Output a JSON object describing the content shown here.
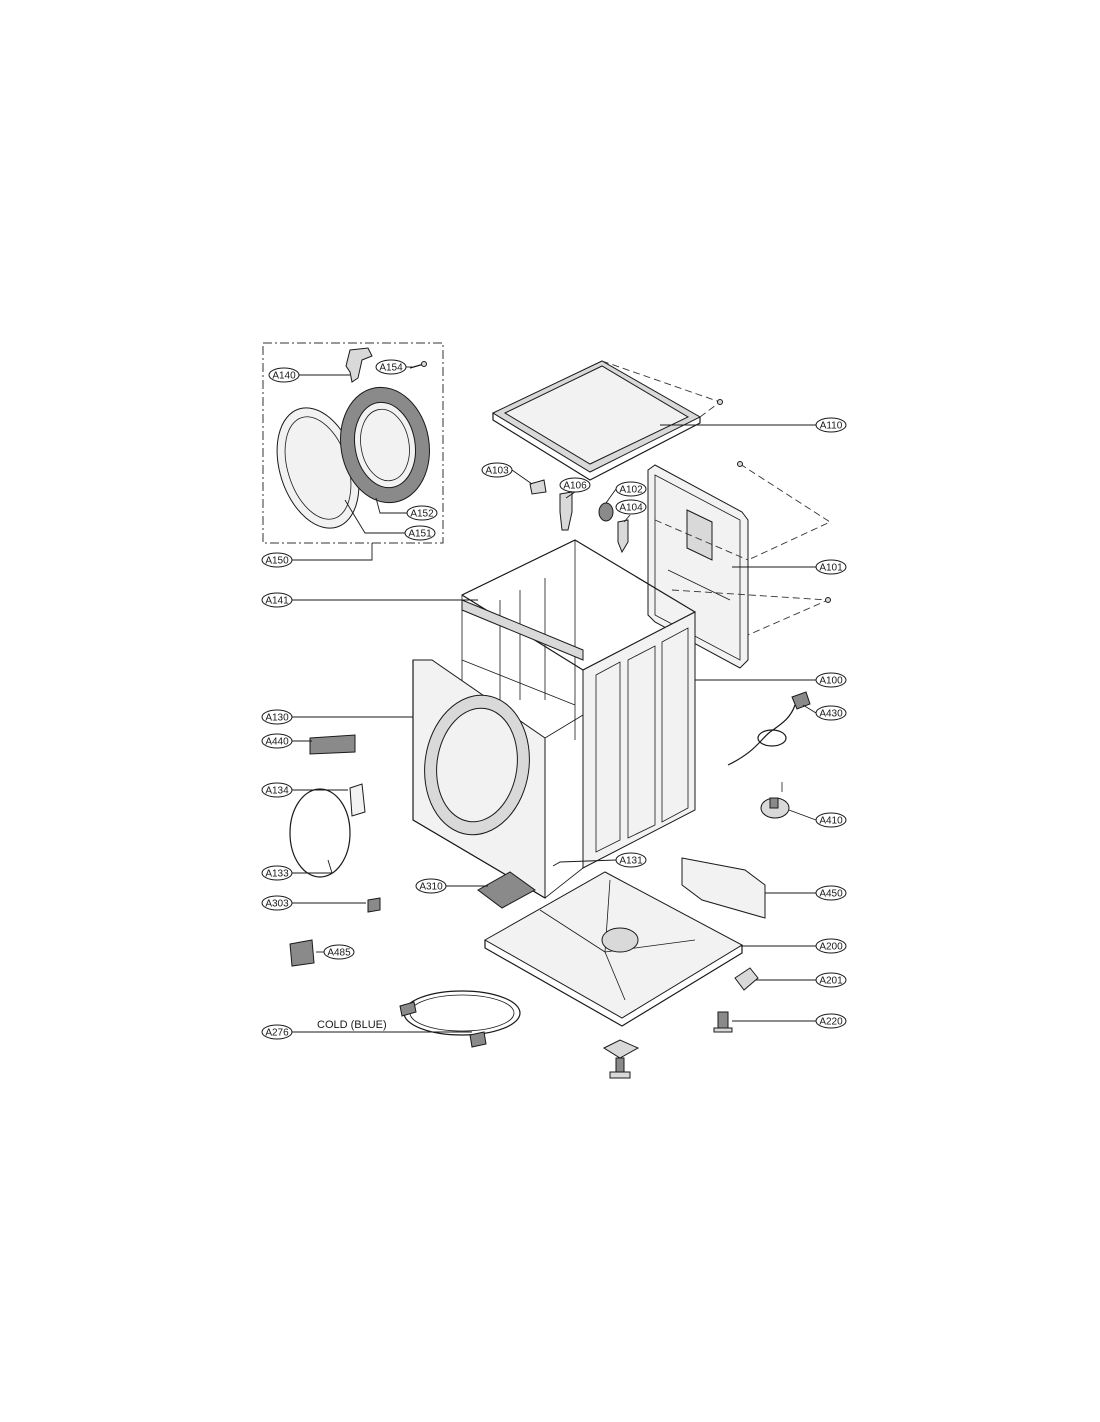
{
  "labels": [
    {
      "key": "A140",
      "text": "A140"
    },
    {
      "key": "A154",
      "text": "A154"
    },
    {
      "key": "A152",
      "text": "A152"
    },
    {
      "key": "A151",
      "text": "A151"
    },
    {
      "key": "A150",
      "text": "A150"
    },
    {
      "key": "A141",
      "text": "A141"
    },
    {
      "key": "A130",
      "text": "A130"
    },
    {
      "key": "A440",
      "text": "A440"
    },
    {
      "key": "A134",
      "text": "A134"
    },
    {
      "key": "A133",
      "text": "A133"
    },
    {
      "key": "A303",
      "text": "A303"
    },
    {
      "key": "A485",
      "text": "A485"
    },
    {
      "key": "A276",
      "text": "A276"
    },
    {
      "key": "A310",
      "text": "A310"
    },
    {
      "key": "A131",
      "text": "A131"
    },
    {
      "key": "A103",
      "text": "A103"
    },
    {
      "key": "A106",
      "text": "A106"
    },
    {
      "key": "A102",
      "text": "A102"
    },
    {
      "key": "A104",
      "text": "A104"
    },
    {
      "key": "A110",
      "text": "A110"
    },
    {
      "key": "A101",
      "text": "A101"
    },
    {
      "key": "A100",
      "text": "A100"
    },
    {
      "key": "A430",
      "text": "A430"
    },
    {
      "key": "A410",
      "text": "A410"
    },
    {
      "key": "A450",
      "text": "A450"
    },
    {
      "key": "A200",
      "text": "A200"
    },
    {
      "key": "A201",
      "text": "A201"
    },
    {
      "key": "A220",
      "text": "A220"
    }
  ],
  "hose_note": "COLD (BLUE)"
}
